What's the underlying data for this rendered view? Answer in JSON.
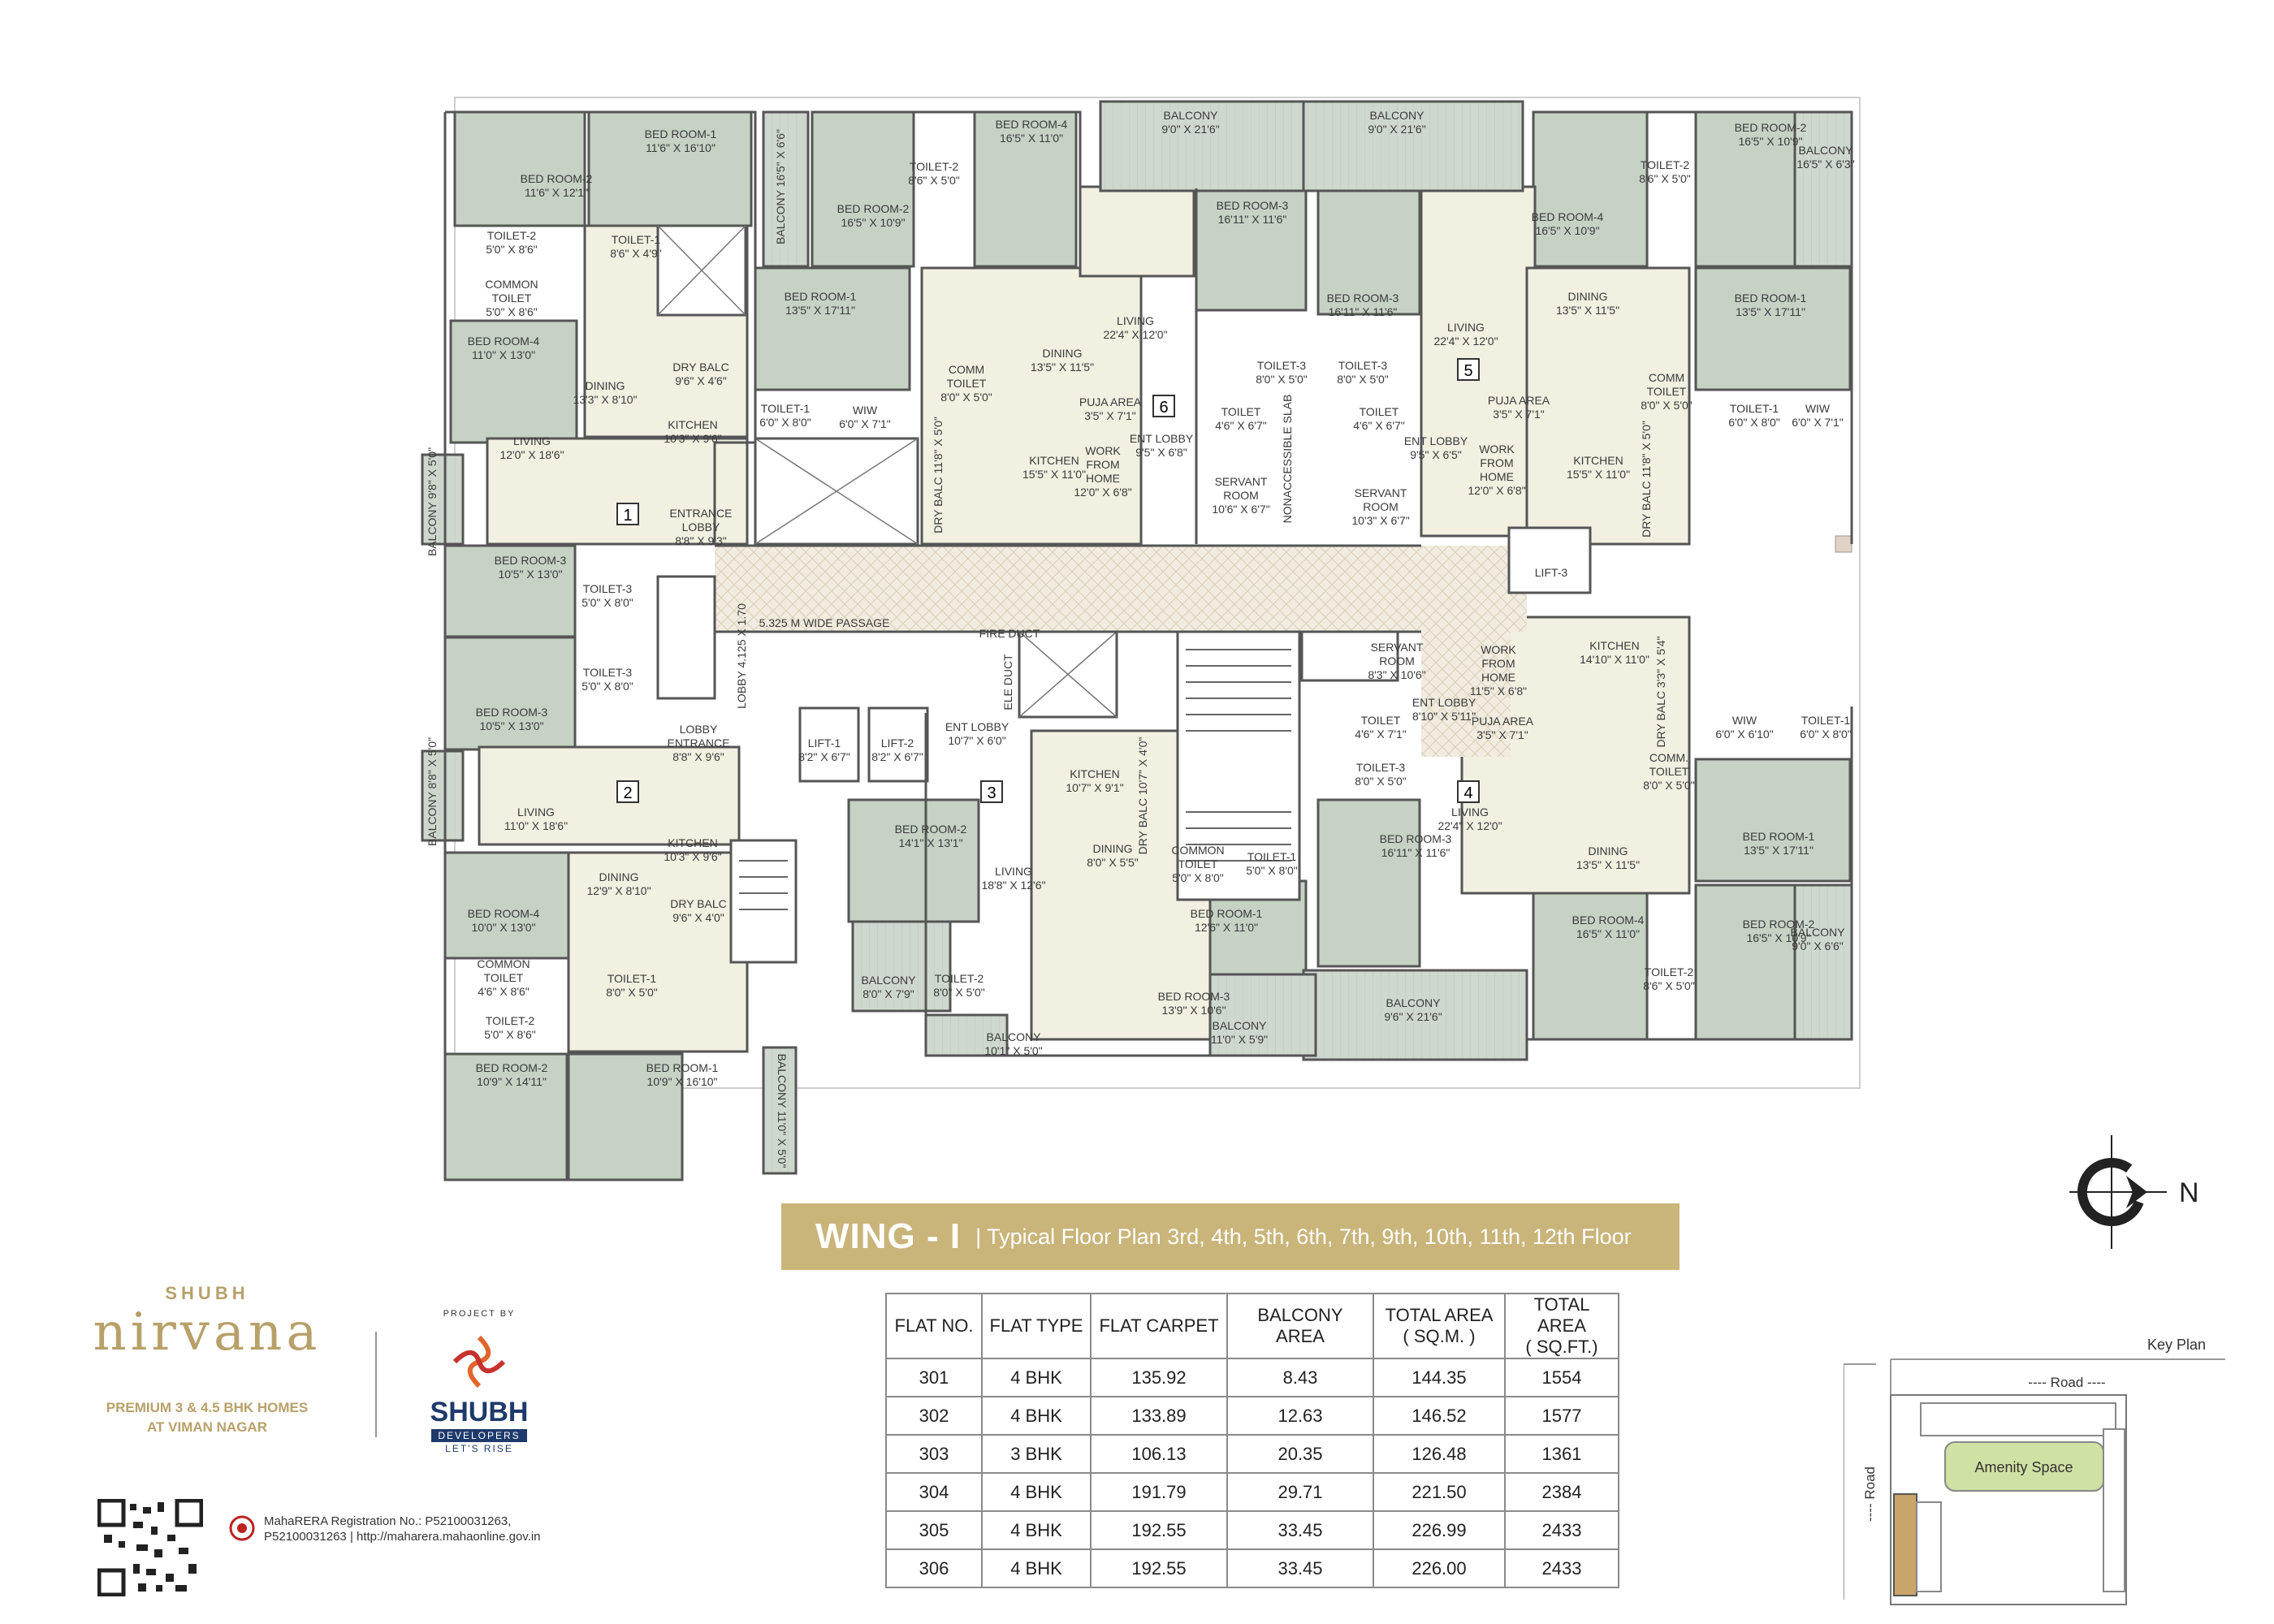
{
  "banner": {
    "wing": "WING - I",
    "subtitle": "|  Typical Floor Plan 3rd, 4th, 5th, 6th, 7th, 9th, 10th, 11th, 12th Floor"
  },
  "table": {
    "headers": [
      "FLAT NO.",
      "FLAT TYPE",
      "FLAT CARPET",
      "BALCONY AREA",
      "TOTAL AREA\n( SQ.M. )",
      "TOTAL AREA\n( SQ.FT.)"
    ],
    "rows": [
      [
        "301",
        "4 BHK",
        "135.92",
        "8.43",
        "144.35",
        "1554"
      ],
      [
        "302",
        "4 BHK",
        "133.89",
        "12.63",
        "146.52",
        "1577"
      ],
      [
        "303",
        "3 BHK",
        "106.13",
        "20.35",
        "126.48",
        "1361"
      ],
      [
        "304",
        "4 BHK",
        "191.79",
        "29.71",
        "221.50",
        "2384"
      ],
      [
        "305",
        "4 BHK",
        "192.55",
        "33.45",
        "226.99",
        "2433"
      ],
      [
        "306",
        "4 BHK",
        "192.55",
        "33.45",
        "226.00",
        "2433"
      ]
    ]
  },
  "brand": {
    "shubh": "SHUBH",
    "nirvana": "nirvana",
    "tagline_1": "PREMIUM 3 & 4.5 BHK HOMES",
    "tagline_2": "AT VIMAN NAGAR"
  },
  "developer": {
    "project_by": "PROJECT BY",
    "name": "SHUBH",
    "sub": "DEVELOPERS",
    "slogan": "LET'S RISE"
  },
  "rera": {
    "line1": "MahaRERA Registration No.: P52100031263,",
    "line2": "P52100031263 | http://maharera.mahaonline.gov.in"
  },
  "compass": {
    "label": "N"
  },
  "keyplan": {
    "title": "Key Plan",
    "road_top": "---- Road ----",
    "road_left": "---- Road",
    "amenity": "Amenity Space"
  },
  "flat_numbers": [
    "1",
    "2",
    "3",
    "4",
    "5",
    "6"
  ],
  "rooms": [
    {
      "name": "BED ROOM-1",
      "dim": "11'6\" X 16'10\""
    },
    {
      "name": "BED ROOM-2",
      "dim": "11'6\" X 12'1\""
    },
    {
      "name": "TOILET-2",
      "dim": "5'0\" X 8'6\""
    },
    {
      "name": "COMMON TOILET",
      "dim": "5'0\" X 8'6\""
    },
    {
      "name": "TOILET-1",
      "dim": "8'6\" X 4'9\""
    },
    {
      "name": "BED ROOM-4",
      "dim": "11'0\" X 13'0\""
    },
    {
      "name": "DRY BALC",
      "dim": "9'6\" X 4'6\""
    },
    {
      "name": "DINING",
      "dim": "13'3\" X 8'10\""
    },
    {
      "name": "KITCHEN",
      "dim": "10'3\" X 9'6\""
    },
    {
      "name": "LIVING",
      "dim": "12'0\" X 18'6\""
    },
    {
      "name": "ENTRANCE LOBBY",
      "dim": "8'8\" X 9'3\""
    },
    {
      "name": "BED ROOM-3",
      "dim": "10'5\" X 13'0\""
    },
    {
      "name": "TOILET-3",
      "dim": "5'0\" X 8'0\""
    },
    {
      "name": "TOILET-3",
      "dim": "5'0\" X 8'0\""
    },
    {
      "name": "BED ROOM-3",
      "dim": "10'5\" X 13'0\""
    },
    {
      "name": "LOBBY ENTRANCE",
      "dim": "8'8\" X 9'6\""
    },
    {
      "name": "LIVING",
      "dim": "11'0\" X 18'6\""
    },
    {
      "name": "KITCHEN",
      "dim": "10'3\" X 9'6\""
    },
    {
      "name": "DINING",
      "dim": "12'9\" X 8'10\""
    },
    {
      "name": "BED ROOM-4",
      "dim": "10'0\" X 13'0\""
    },
    {
      "name": "DRY BALC",
      "dim": "9'6\" X 4'0\""
    },
    {
      "name": "COMMON TOILET",
      "dim": "4'6\" X 8'6\""
    },
    {
      "name": "TOILET-1",
      "dim": "8'0\" X 5'0\""
    },
    {
      "name": "TOILET-2",
      "dim": "5'0\" X 8'6\""
    },
    {
      "name": "BED ROOM-2",
      "dim": "10'9\" X 14'11\""
    },
    {
      "name": "BED ROOM-1",
      "dim": "10'9\" X 16'10\""
    },
    {
      "name": "BED ROOM-4",
      "dim": "16'5\" X 11'0\""
    },
    {
      "name": "TOILET-2",
      "dim": "8'6\" X 5'0\""
    },
    {
      "name": "BED ROOM-2",
      "dim": "16'5\" X 10'9\""
    },
    {
      "name": "BED ROOM-1",
      "dim": "13'5\" X 17'11\""
    },
    {
      "name": "TOILET-1",
      "dim": "6'0\" X 8'0\""
    },
    {
      "name": "WIW",
      "dim": "6'0\" X 7'1\""
    },
    {
      "name": "COMM TOILET",
      "dim": "8'0\" X 5'0\""
    },
    {
      "name": "DINING",
      "dim": "13'5\" X 11'5\""
    },
    {
      "name": "LIVING",
      "dim": "22'4\" X 12'0\""
    },
    {
      "name": "PUJA AREA",
      "dim": "3'5\" X 7'1\""
    },
    {
      "name": "KITCHEN",
      "dim": "15'5\" X 11'0\""
    },
    {
      "name": "WORK FROM HOME",
      "dim": "12'0\" X 6'8\""
    },
    {
      "name": "ENT LOBBY",
      "dim": "9'5\" X 6'8\""
    },
    {
      "name": "BED ROOM-3",
      "dim": "16'11\" X 11'6\""
    },
    {
      "name": "BED ROOM-3",
      "dim": "16'11\" X 11'6\""
    },
    {
      "name": "TOILET-3",
      "dim": "8'0\" X 5'0\""
    },
    {
      "name": "TOILET-3",
      "dim": "8'0\" X 5'0\""
    },
    {
      "name": "TOILET",
      "dim": "4'6\" X 6'7\""
    },
    {
      "name": "TOILET",
      "dim": "4'6\" X 6'7\""
    },
    {
      "name": "SERVANT ROOM",
      "dim": "10'6\" X 6'7\""
    },
    {
      "name": "SERVANT ROOM",
      "dim": "10'3\" X 6'7\""
    },
    {
      "name": "BED ROOM-4",
      "dim": "16'5\" X 10'9\""
    },
    {
      "name": "TOILET-2",
      "dim": "8'6\" X 5'0\""
    },
    {
      "name": "BED ROOM-2",
      "dim": "16'5\" X 10'9\""
    },
    {
      "name": "BED ROOM-1",
      "dim": "13'5\" X 17'11\""
    },
    {
      "name": "TOILET-1",
      "dim": "6'0\" X 8'0\""
    },
    {
      "name": "WIW",
      "dim": "6'0\" X 7'1\""
    },
    {
      "name": "COMM TOILET",
      "dim": "8'0\" X 5'0\""
    },
    {
      "name": "DINING",
      "dim": "13'5\" X 11'5\""
    },
    {
      "name": "LIVING",
      "dim": "22'4\" X 12'0\""
    },
    {
      "name": "PUJA AREA",
      "dim": "3'5\" X 7'1\""
    },
    {
      "name": "ENT LOBBY",
      "dim": "9'5\" X 6'5\""
    },
    {
      "name": "WORK FROM HOME",
      "dim": "12'0\" X 6'8\""
    },
    {
      "name": "KITCHEN",
      "dim": "15'5\" X 11'0\""
    },
    {
      "name": "BALCONY",
      "dim": "9'0\" X 21'6\""
    },
    {
      "name": "BALCONY",
      "dim": "9'0\" X 21'6\""
    },
    {
      "name": "BALCONY",
      "dim": "16'5\" X 6'3\""
    },
    {
      "name": "LIFT-3",
      "dim": ""
    },
    {
      "name": "SERVANT ROOM",
      "dim": "8'3\" X 10'6\""
    },
    {
      "name": "WORK FROM HOME",
      "dim": "11'5\" X 6'8\""
    },
    {
      "name": "KITCHEN",
      "dim": "14'10\" X 11'0\""
    },
    {
      "name": "ENT LOBBY",
      "dim": "8'10\" X 5'11\""
    },
    {
      "name": "PUJA AREA",
      "dim": "3'5\" X 7'1\""
    },
    {
      "name": "TOILET",
      "dim": "4'6\" X 7'1\""
    },
    {
      "name": "TOILET-3",
      "dim": "8'0\" X 5'0\""
    },
    {
      "name": "WIW",
      "dim": "6'0\" X 6'10\""
    },
    {
      "name": "TOILET-1",
      "dim": "6'0\" X 8'0\""
    },
    {
      "name": "COMM. TOILET",
      "dim": "8'0\" X 5'0\""
    },
    {
      "name": "LIVING",
      "dim": "22'4\" X 12'0\""
    },
    {
      "name": "BED ROOM-1",
      "dim": "13'5\" X 17'11\""
    },
    {
      "name": "BED ROOM-3",
      "dim": "16'11\" X 11'6\""
    },
    {
      "name": "DINING",
      "dim": "13'5\" X 11'5\""
    },
    {
      "name": "BED ROOM-4",
      "dim": "16'5\" X 11'0\""
    },
    {
      "name": "BED ROOM-2",
      "dim": "16'5\" X 10'9\""
    },
    {
      "name": "BALCONY",
      "dim": "9'0\" X 6'6\""
    },
    {
      "name": "TOILET-2",
      "dim": "8'6\" X 5'0\""
    },
    {
      "name": "BALCONY",
      "dim": "9'6\" X 21'6\""
    },
    {
      "name": "LIFT-1",
      "dim": "8'2\" X 6'7\""
    },
    {
      "name": "LIFT-2",
      "dim": "8'2\" X 6'7\""
    },
    {
      "name": "ENT LOBBY",
      "dim": "10'7\" X 6'0\""
    },
    {
      "name": "KITCHEN",
      "dim": "10'7\" X 9'1\""
    },
    {
      "name": "BED ROOM-2",
      "dim": "14'1\" X 13'1\""
    },
    {
      "name": "DINING",
      "dim": "8'0\" X 5'5\""
    },
    {
      "name": "COMMON TOILET",
      "dim": "5'0\" X 8'0\""
    },
    {
      "name": "TOILET-1",
      "dim": "5'0\" X 8'0\""
    },
    {
      "name": "LIVING",
      "dim": "18'8\" X 12'6\""
    },
    {
      "name": "BED ROOM-1",
      "dim": "12'6\" X 11'0\""
    },
    {
      "name": "BALCONY",
      "dim": "8'0\" X 7'9\""
    },
    {
      "name": "TOILET-2",
      "dim": "8'0\" X 5'0\""
    },
    {
      "name": "BED ROOM-3",
      "dim": "13'9\" X 10'6\""
    },
    {
      "name": "BALCONY",
      "dim": "10'1\" X 5'0\""
    },
    {
      "name": "BALCONY",
      "dim": "11'0\" X 5'9\""
    },
    {
      "name": "5.325 M WIDE PASSAGE",
      "dim": ""
    },
    {
      "name": "FIRE DUCT",
      "dim": ""
    }
  ],
  "vertical_labels": [
    "BALCONY 16'5\" X 6'6\"",
    "BALCONY 9'8\" X 5'0\"",
    "LOBBY 4.125 X 1.70",
    "BALCONY 8'8\" X 5'0\"",
    "BALCONY 11'0\" X 5'0\"",
    "DRY BALC 11'8\" X 5'0\"",
    "NONACCESSIBLE SLAB",
    "DRY BALC 11'8\" X 5'0\"",
    "DRY BALC 3'3\" X 5'4\"",
    "ELE DUCT",
    "DRY BALC 10'7\" X 4'0\""
  ]
}
